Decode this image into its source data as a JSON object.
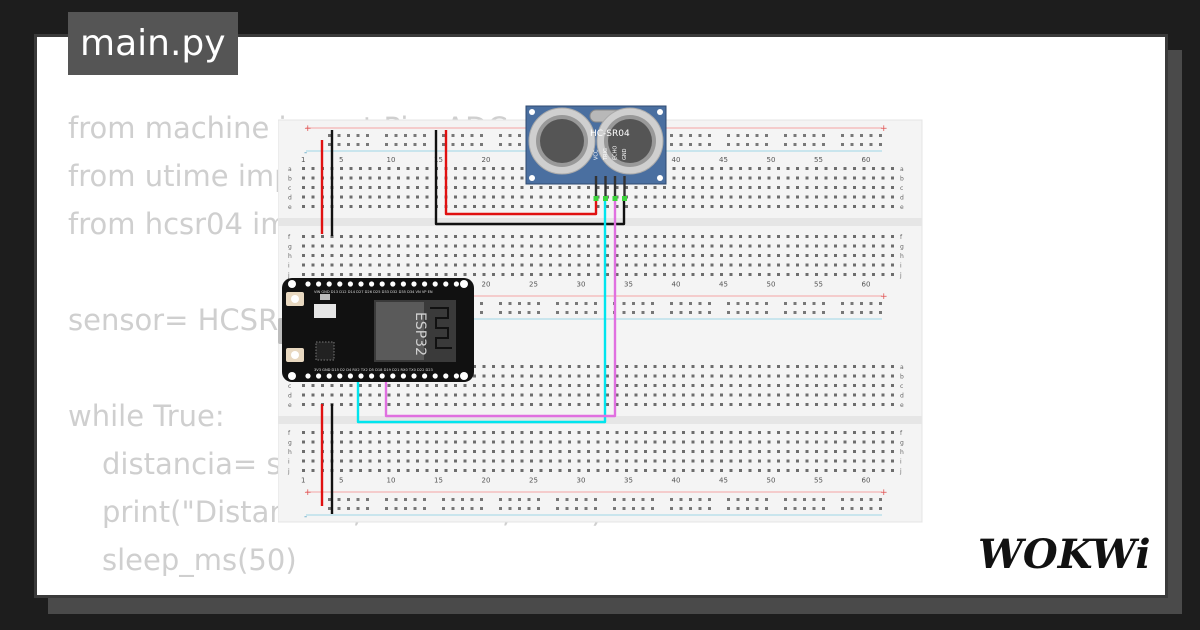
{
  "tab": {
    "filename": "main.py"
  },
  "code_lines": [
    {
      "text": "from machine import Pin, ADC",
      "indent": 0
    },
    {
      "text": "from utime import sleep_ms",
      "indent": 0
    },
    {
      "text": "from hcsr04 import HCSR04",
      "indent": 0
    },
    {
      "text": "",
      "indent": 0
    },
    {
      "text": "sensor= HCSR04(trigger_pin=...)",
      "indent": 0
    },
    {
      "text": "",
      "indent": 0
    },
    {
      "text": "while True:",
      "indent": 0
    },
    {
      "text": "distancia= sensor.distance_cm()",
      "indent": 1
    },
    {
      "text": "print(\"Distancia:\", distancia, \"cm\")",
      "indent": 1
    },
    {
      "text": "sleep_ms(50)",
      "indent": 1
    }
  ],
  "breadboard": {
    "column_numbers": [
      "1",
      "5",
      "10",
      "15",
      "20",
      "25",
      "30",
      "35",
      "40",
      "45",
      "50",
      "55",
      "60"
    ],
    "row_letters_top": [
      "a",
      "b",
      "c",
      "d",
      "e"
    ],
    "row_letters_bottom": [
      "f",
      "g",
      "h",
      "i",
      "j"
    ],
    "plus_sign": "+",
    "minus_sign": "-"
  },
  "sensor": {
    "label": "HC-SR04",
    "pins": [
      "VCC",
      "TRIG",
      "ECHO",
      "GND"
    ],
    "body_color": "#4a6fa0"
  },
  "esp32": {
    "chip_label": "ESP32",
    "top_pins": "VIN GND D13 D12 D14 D27 D26 D25 D33 D32 D35 D34 VN VP EN",
    "bottom_pins": "3V3 GND D15 D2 D4 RX2 TX2 D5 D18 D19 D21 RX0 TX0 D22 D23"
  },
  "wires": {
    "power_color": "#e01010",
    "ground_color": "#111111",
    "trig_color": "#00e5ee",
    "echo_color": "#e070e0"
  },
  "logo": {
    "text": "WOKWi",
    "color": "#111111"
  }
}
